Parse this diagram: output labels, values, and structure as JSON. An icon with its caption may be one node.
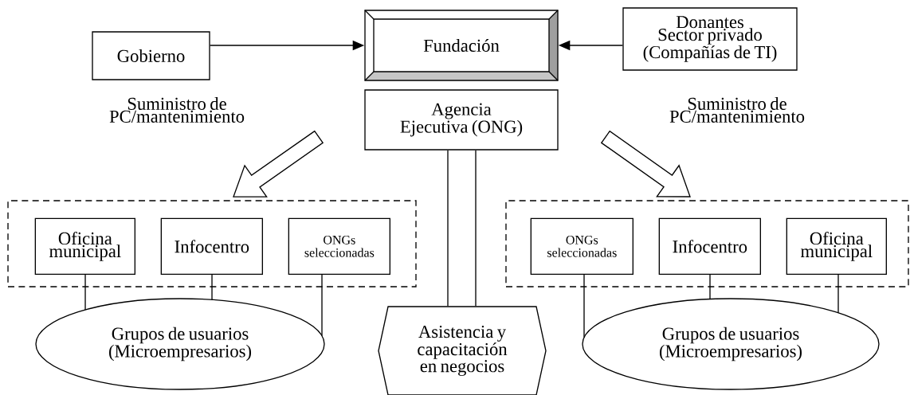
{
  "diagram": {
    "nodes": [
      {
        "text": [
          "Gobierno"
        ]
      },
      {
        "text": [
          "Fundación"
        ]
      },
      {
        "text": [
          "Donantes",
          "Sector privado (Compañías de TI)"
        ]
      },
      {
        "text": [
          "Agencia Ejecutiva (ONG)"
        ]
      },
      {
        "text": [],
        "shape": "box"
      },
      {
        "text": [
          "Oficina municipal"
        ],
        "in": 4
      },
      {
        "text": [
          "Infocentro"
        ],
        "in": 4
      },
      {
        "text": [
          "ONGs seleccionadas"
        ],
        "in": 4
      },
      {
        "text": [
          "Grupos de usuarios (Microempresarios)"
        ]
      },
      {
        "text": [
          "Asistencia y capacitación en negocios"
        ]
      },
      {
        "text": [],
        "shape": "box"
      },
      {
        "text": [
          "ONGs seleccionadas"
        ],
        "in": 10
      },
      {
        "text": [
          "Infocentro"
        ],
        "in": 10
      },
      {
        "text": [
          "Oficina municipal"
        ],
        "in": 10
      },
      {
        "text": [
          "Grupos de usuarios (Microempresarios)"
        ]
      }
    ],
    "edges": [
      {
        "from": 0,
        "to": 1,
        "arrow": "to"
      },
      {
        "from": 2,
        "to": 1,
        "arrow": "to"
      },
      {
        "from": 3,
        "to": 4,
        "arrow": "to",
        "style": "thick",
        "label": "Suministro de PC/mantenimiento"
      },
      {
        "from": 3,
        "to": 10,
        "arrow": "to",
        "style": "thick",
        "label": "Suministro de PC/mantenimiento"
      },
      {
        "from": 3,
        "to": 9,
        "arrow": "none"
      },
      {
        "from": 3,
        "to": 9,
        "arrow": "none"
      },
      {
        "from": 5,
        "to": 8,
        "arrow": "none"
      },
      {
        "from": 6,
        "to": 8,
        "arrow": "none"
      },
      {
        "from": 7,
        "to": 8,
        "arrow": "none"
      },
      {
        "from": 11,
        "to": 14,
        "arrow": "none"
      },
      {
        "from": 12,
        "to": 14,
        "arrow": "none"
      },
      {
        "from": 13,
        "to": 14,
        "arrow": "none"
      }
    ]
  }
}
